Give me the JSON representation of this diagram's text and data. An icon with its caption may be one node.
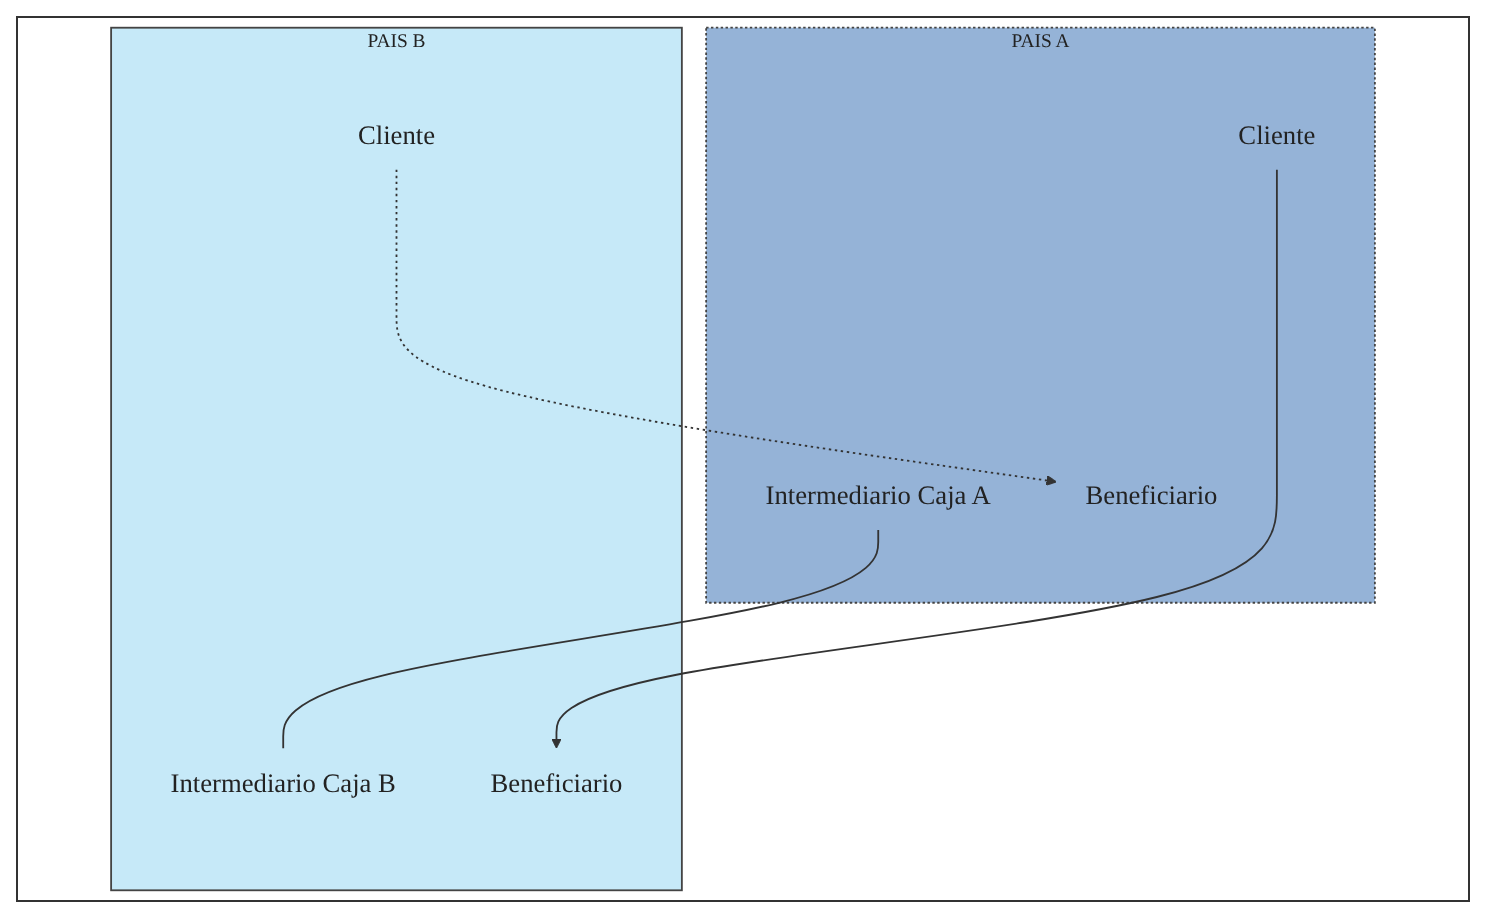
{
  "diagram": {
    "nodes": [
      {
        "text": [
          "PAIS A"
        ]
      },
      {
        "text": [
          "Cliente"
        ],
        "in": 0
      },
      {
        "text": [
          "Intermediario Caja A"
        ],
        "in": 0
      },
      {
        "text": [
          "Beneficiario"
        ],
        "in": 0
      },
      {
        "text": [
          "PAIS B"
        ]
      },
      {
        "text": [
          "Cliente"
        ],
        "in": 4
      },
      {
        "text": [
          "Intermediario Caja B"
        ],
        "in": 4
      },
      {
        "text": [
          "Beneficiario"
        ],
        "in": 4
      }
    ],
    "edges": [
      {
        "from": 1,
        "to": 7,
        "arrow": "to"
      },
      {
        "from": 2,
        "to": 6,
        "arrow": "none"
      },
      {
        "from": 5,
        "to": 3,
        "arrow": "to",
        "style": "dashed"
      }
    ]
  }
}
